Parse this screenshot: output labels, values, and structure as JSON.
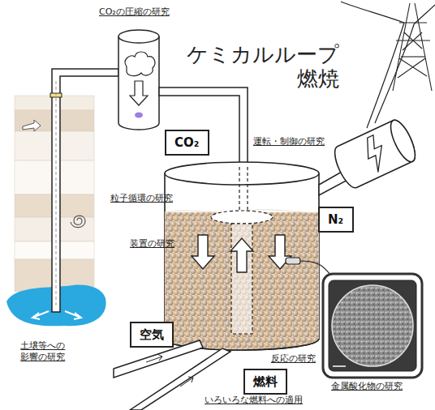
{
  "diagram": {
    "title": "ケミカルループ 燃焼",
    "nodes": [
      {
        "text": [
          "CO₂"
        ]
      },
      {
        "text": [
          "N₂"
        ]
      },
      {
        "text": [
          "空気"
        ]
      },
      {
        "text": [
          "燃料"
        ]
      }
    ],
    "labels": [
      "CO₂の圧縮の研究",
      "運転・制御の研究",
      "粒子循環の研究",
      "装置の研究",
      "反応の研究",
      "金属酸化物の研究",
      "いろいろな燃料への適用",
      "土壌等への 影響の研究"
    ]
  }
}
